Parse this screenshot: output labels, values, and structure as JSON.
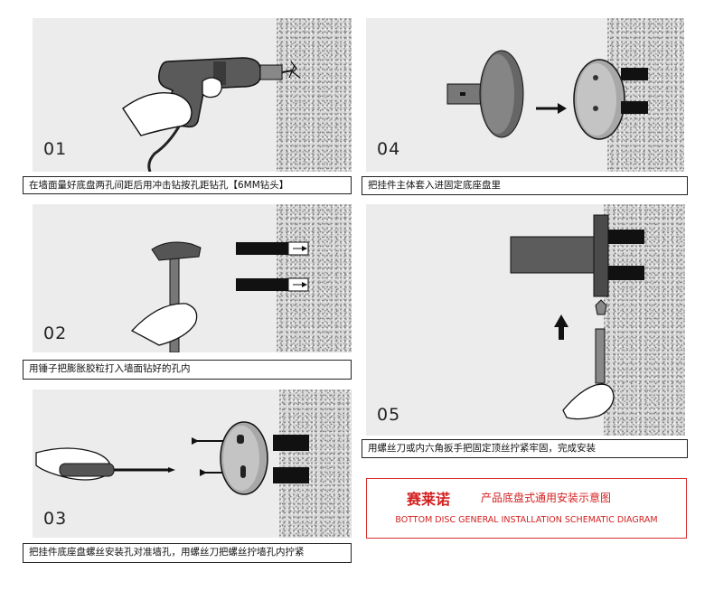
{
  "steps": [
    {
      "number": "01",
      "caption": "在墙面量好底盘两孔间距后用冲击钻按孔距钻孔【6MM钻头】"
    },
    {
      "number": "02",
      "caption": "用锤子把膨胀胶粒打入墙面钻好的孔内"
    },
    {
      "number": "03",
      "caption": "把挂件底座盘螺丝安装孔对准墙孔，用螺丝刀把螺丝拧墙孔内拧紧"
    },
    {
      "number": "04",
      "caption": "把挂件主体套入进固定底座盘里"
    },
    {
      "number": "05",
      "caption": "用螺丝刀或内六角扳手把固定顶丝拧紧牢固，完成安装"
    }
  ],
  "brand": {
    "name": "赛莱诺",
    "title": "产品底盘式通用安装示意图",
    "subtitle_en": "BOTTOM DISC GENERAL INSTALLATION SCHEMATIC DIAGRAM"
  },
  "colors": {
    "accent": "#d42020",
    "panel_bg": "#ececec",
    "wall": "#d8d8d8"
  },
  "icons": [
    "drill-icon",
    "hammer-icon",
    "screwdriver-icon",
    "wall-plug-icon",
    "base-disc-icon",
    "hook-body-icon",
    "hex-key-icon",
    "arrow-icon"
  ]
}
